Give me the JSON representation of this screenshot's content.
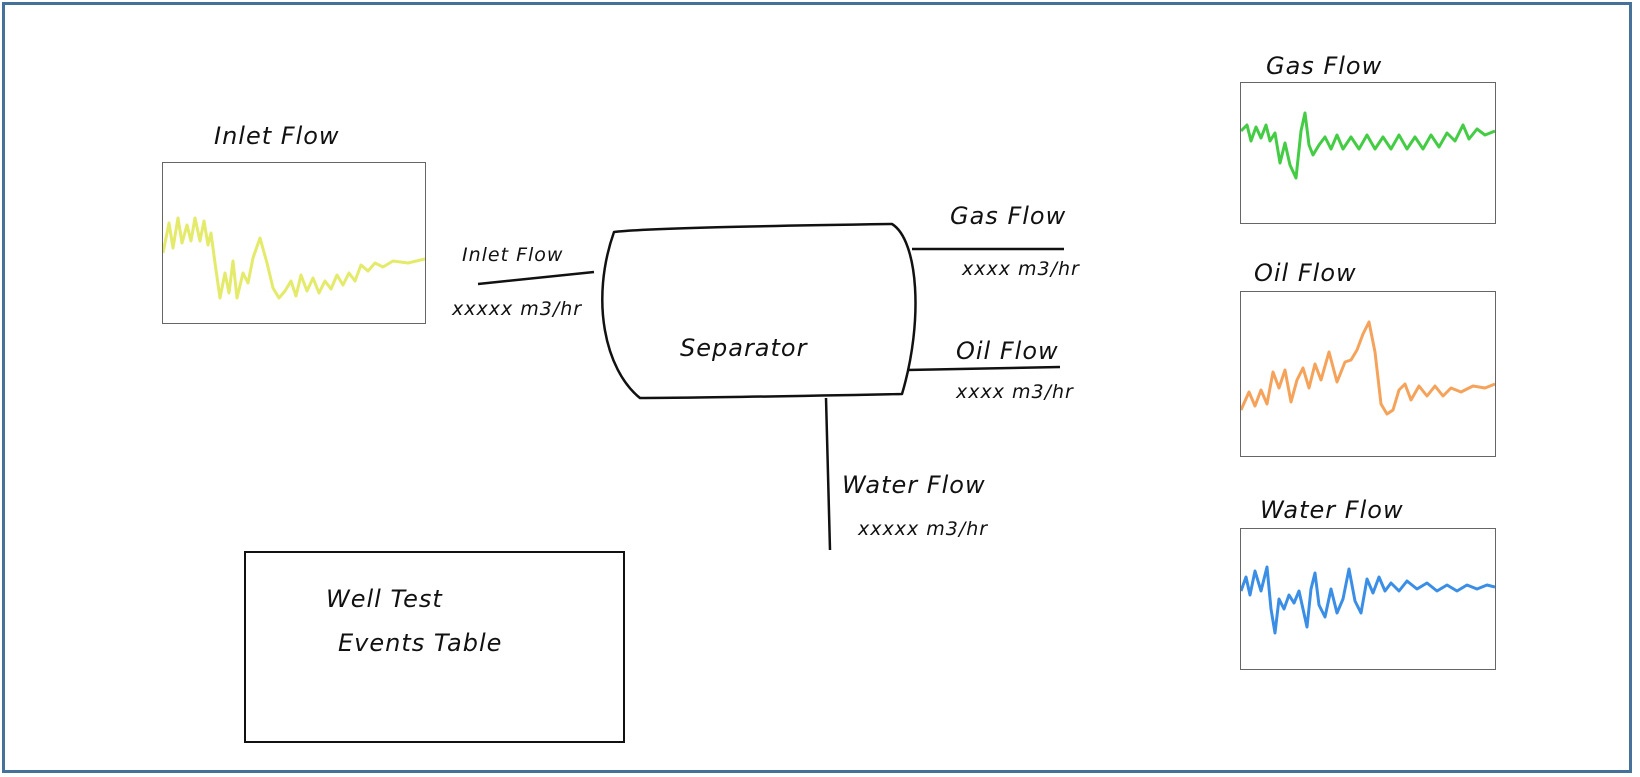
{
  "inlet_panel": {
    "title": "Inlet Flow",
    "color": "#e4ea6a"
  },
  "gas_panel": {
    "title": "Gas Flow",
    "color": "#44cc44"
  },
  "oil_panel": {
    "title": "Oil Flow",
    "color": "#f5a25a"
  },
  "water_panel": {
    "title": "Water Flow",
    "color": "#3a8ee6"
  },
  "separator": {
    "label": "Separator",
    "inlet": {
      "label": "Inlet Flow",
      "value": "xxxxx m3/hr"
    },
    "gas": {
      "label": "Gas Flow",
      "value": "xxxx m3/hr"
    },
    "oil": {
      "label": "Oil Flow",
      "value": "xxxx m3/hr"
    },
    "water": {
      "label": "Water Flow",
      "value": "xxxxx m3/hr"
    }
  },
  "events_table": {
    "line1": "Well Test",
    "line2": "Events Table"
  }
}
